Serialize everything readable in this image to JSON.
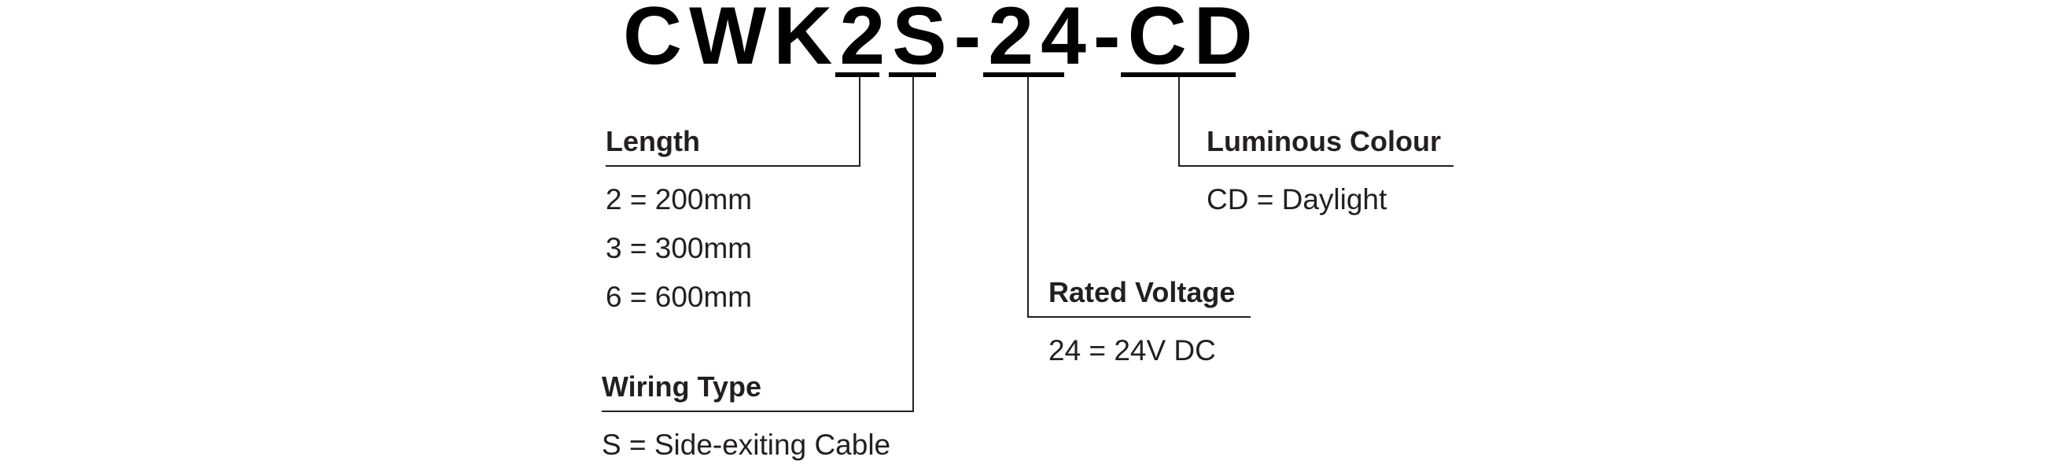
{
  "model_code": {
    "prefix": "CWK",
    "length_code": "2",
    "wiring_code": "S",
    "sep1": "-",
    "voltage_code": "24",
    "sep2": "-",
    "colour_code": "CD"
  },
  "length": {
    "heading": "Length",
    "options": [
      "2 = 200mm",
      "3 = 300mm",
      "6 = 600mm"
    ]
  },
  "wiring_type": {
    "heading": "Wiring Type",
    "options": [
      "S = Side-exiting Cable"
    ]
  },
  "rated_voltage": {
    "heading": "Rated Voltage",
    "options": [
      "24 = 24V DC"
    ]
  },
  "luminous_colour": {
    "heading": "Luminous Colour",
    "options": [
      "CD = Daylight"
    ]
  }
}
